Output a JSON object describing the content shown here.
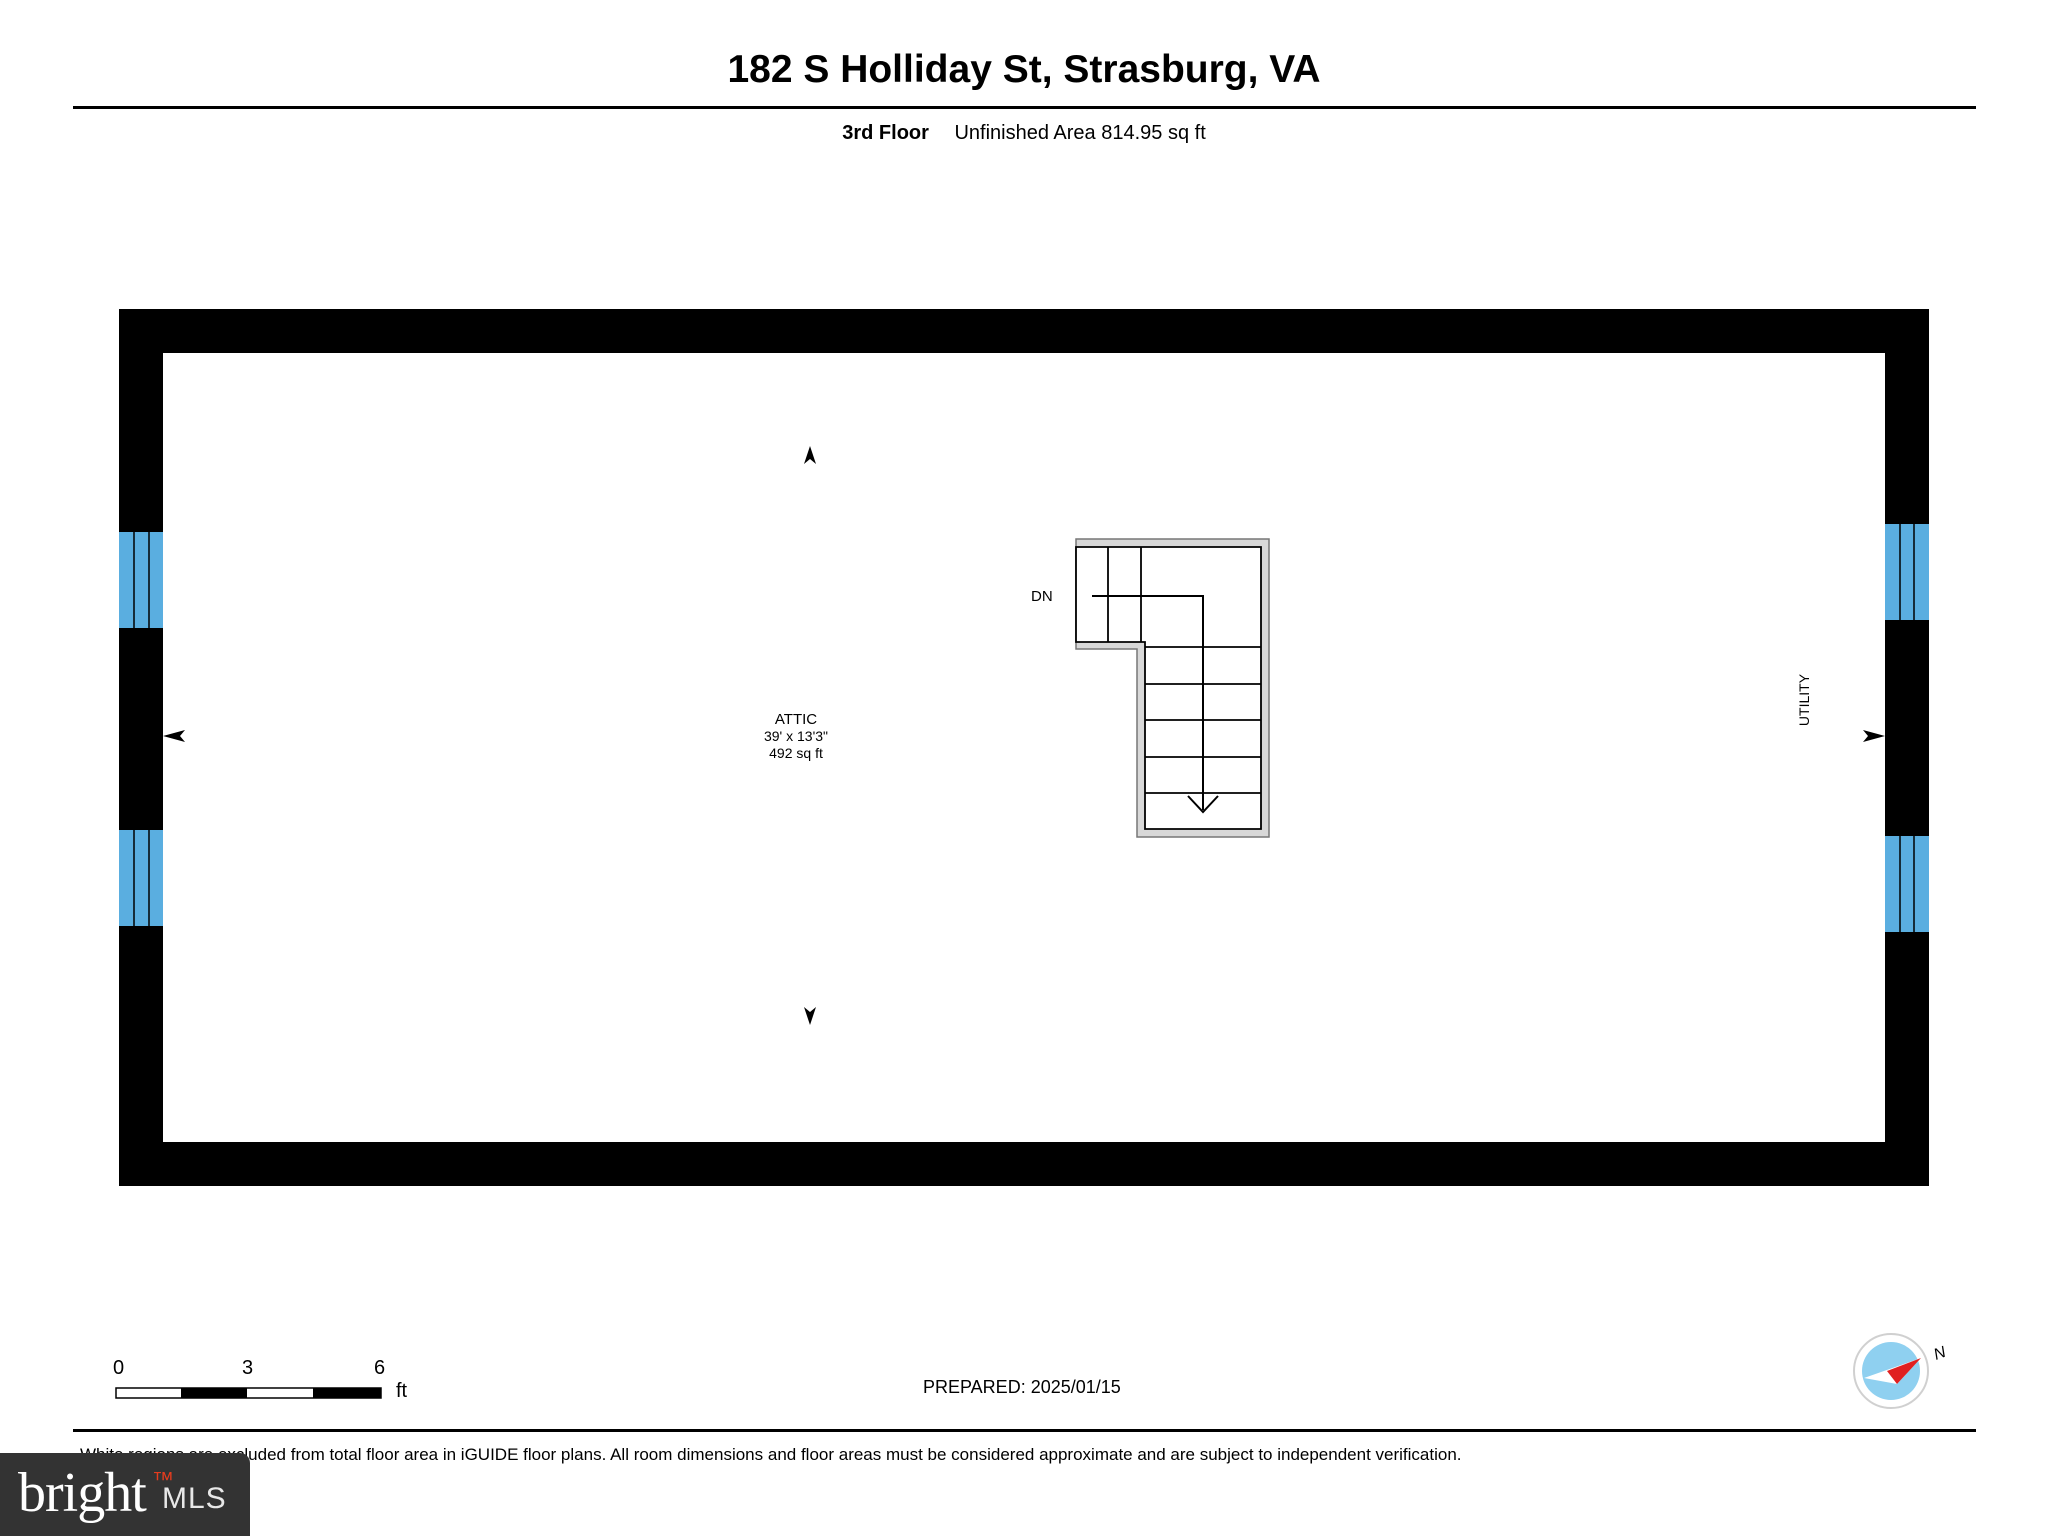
{
  "header": {
    "title": "182 S Holliday St, Strasburg, VA",
    "floor_label": "3rd Floor",
    "area_label": "Unfinished Area 814.95 sq ft"
  },
  "plan": {
    "room_name": "ATTIC",
    "room_dims": "39' x 13'3\"",
    "room_area": "492 sq ft",
    "utility_label": "UTILITY",
    "stair_label": "DN",
    "wall_color": "#000000",
    "window_color": "#5aaee0",
    "stair_outline_color": "#9a9a9a"
  },
  "scale_bar": {
    "ticks": [
      "0",
      "3",
      "6"
    ],
    "unit": "ft"
  },
  "footer": {
    "prepared": "PREPARED: 2025/01/15",
    "disclaimer": "White regions are excluded from total floor area in iGUIDE floor plans. All room dimensions and floor areas must be considered approximate and are subject to independent verification."
  },
  "compass": {
    "label": "N",
    "icon": "compass-icon",
    "needle_color": "#e02020",
    "face_color": "#8fd0f0"
  },
  "brand": {
    "name": "bright",
    "suffix": "MLS",
    "trademark": "™",
    "accent": "#e63c1e"
  }
}
